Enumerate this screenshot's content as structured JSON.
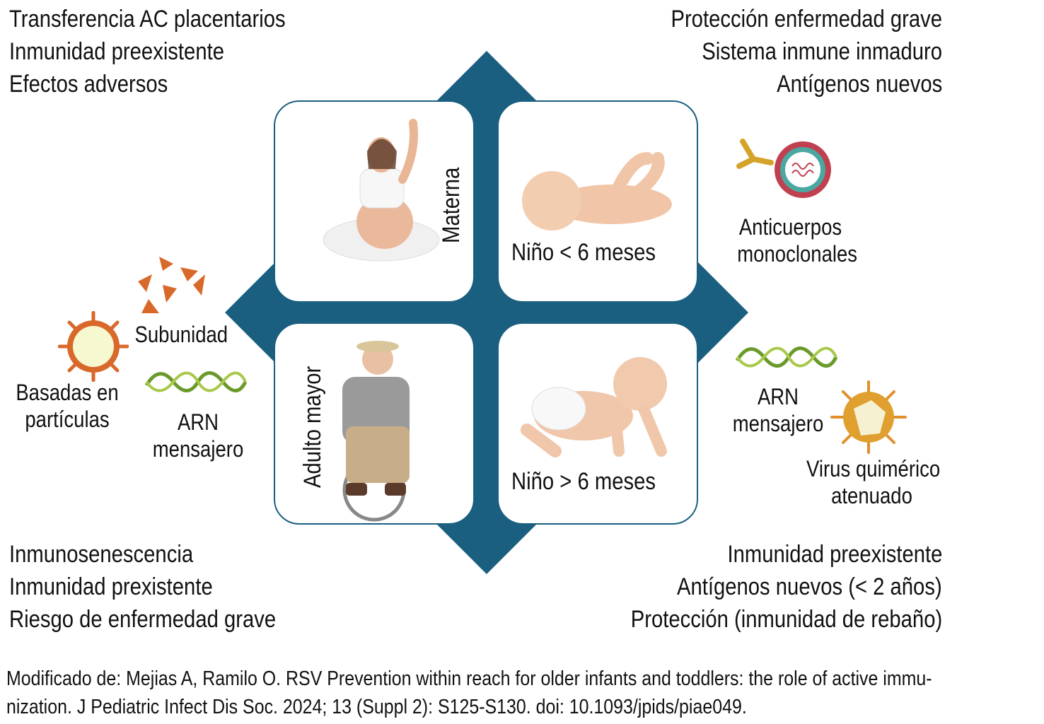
{
  "quadrants": {
    "top_left": {
      "label": "Materna",
      "notes": [
        "Transferencia AC placentarios",
        "Inmunidad preexistente",
        "Efectos adversos"
      ]
    },
    "top_right": {
      "label": "Niño < 6 meses",
      "notes": [
        "Protección enfermedad grave",
        "Sistema inmune inmaduro",
        "Antígenos nuevos"
      ]
    },
    "bottom_left": {
      "label": "Adulto mayor",
      "notes": [
        "Inmunosenescencia",
        "Inmunidad prexistente",
        "Riesgo de enfermedad grave"
      ]
    },
    "bottom_right": {
      "label": "Niño > 6 meses",
      "notes": [
        "Inmunidad preexistente",
        "Antígenos nuevos (< 2 años)",
        "Protección (inmunidad de rebaño)"
      ]
    }
  },
  "strategies": {
    "left": {
      "subunit": "Subunidad",
      "particles_1": "Basadas en",
      "particles_2": "partículas",
      "mrna_1": "ARN",
      "mrna_2": "mensajero"
    },
    "right": {
      "mab_1": "Anticuerpos",
      "mab_2": "monoclonales",
      "mrna_1": "ARN",
      "mrna_2": "mensajero",
      "chimeric_1": "Virus quimérico",
      "chimeric_2": "atenuado"
    }
  },
  "footer": {
    "line1": "Modificado de: Mejias A, Ramilo O. RSV Prevention within reach for older infants and toddlers: the role of active immu-",
    "line2": "nization. J Pediatric Infect Dis Soc. 2024; 13 (Suppl 2): S125-S130. doi: 10.1093/jpids/piae049."
  },
  "colors": {
    "diamond": "#1b5f80",
    "virus_orange": "#e0702a",
    "dna_green": "#6a9a2a"
  }
}
